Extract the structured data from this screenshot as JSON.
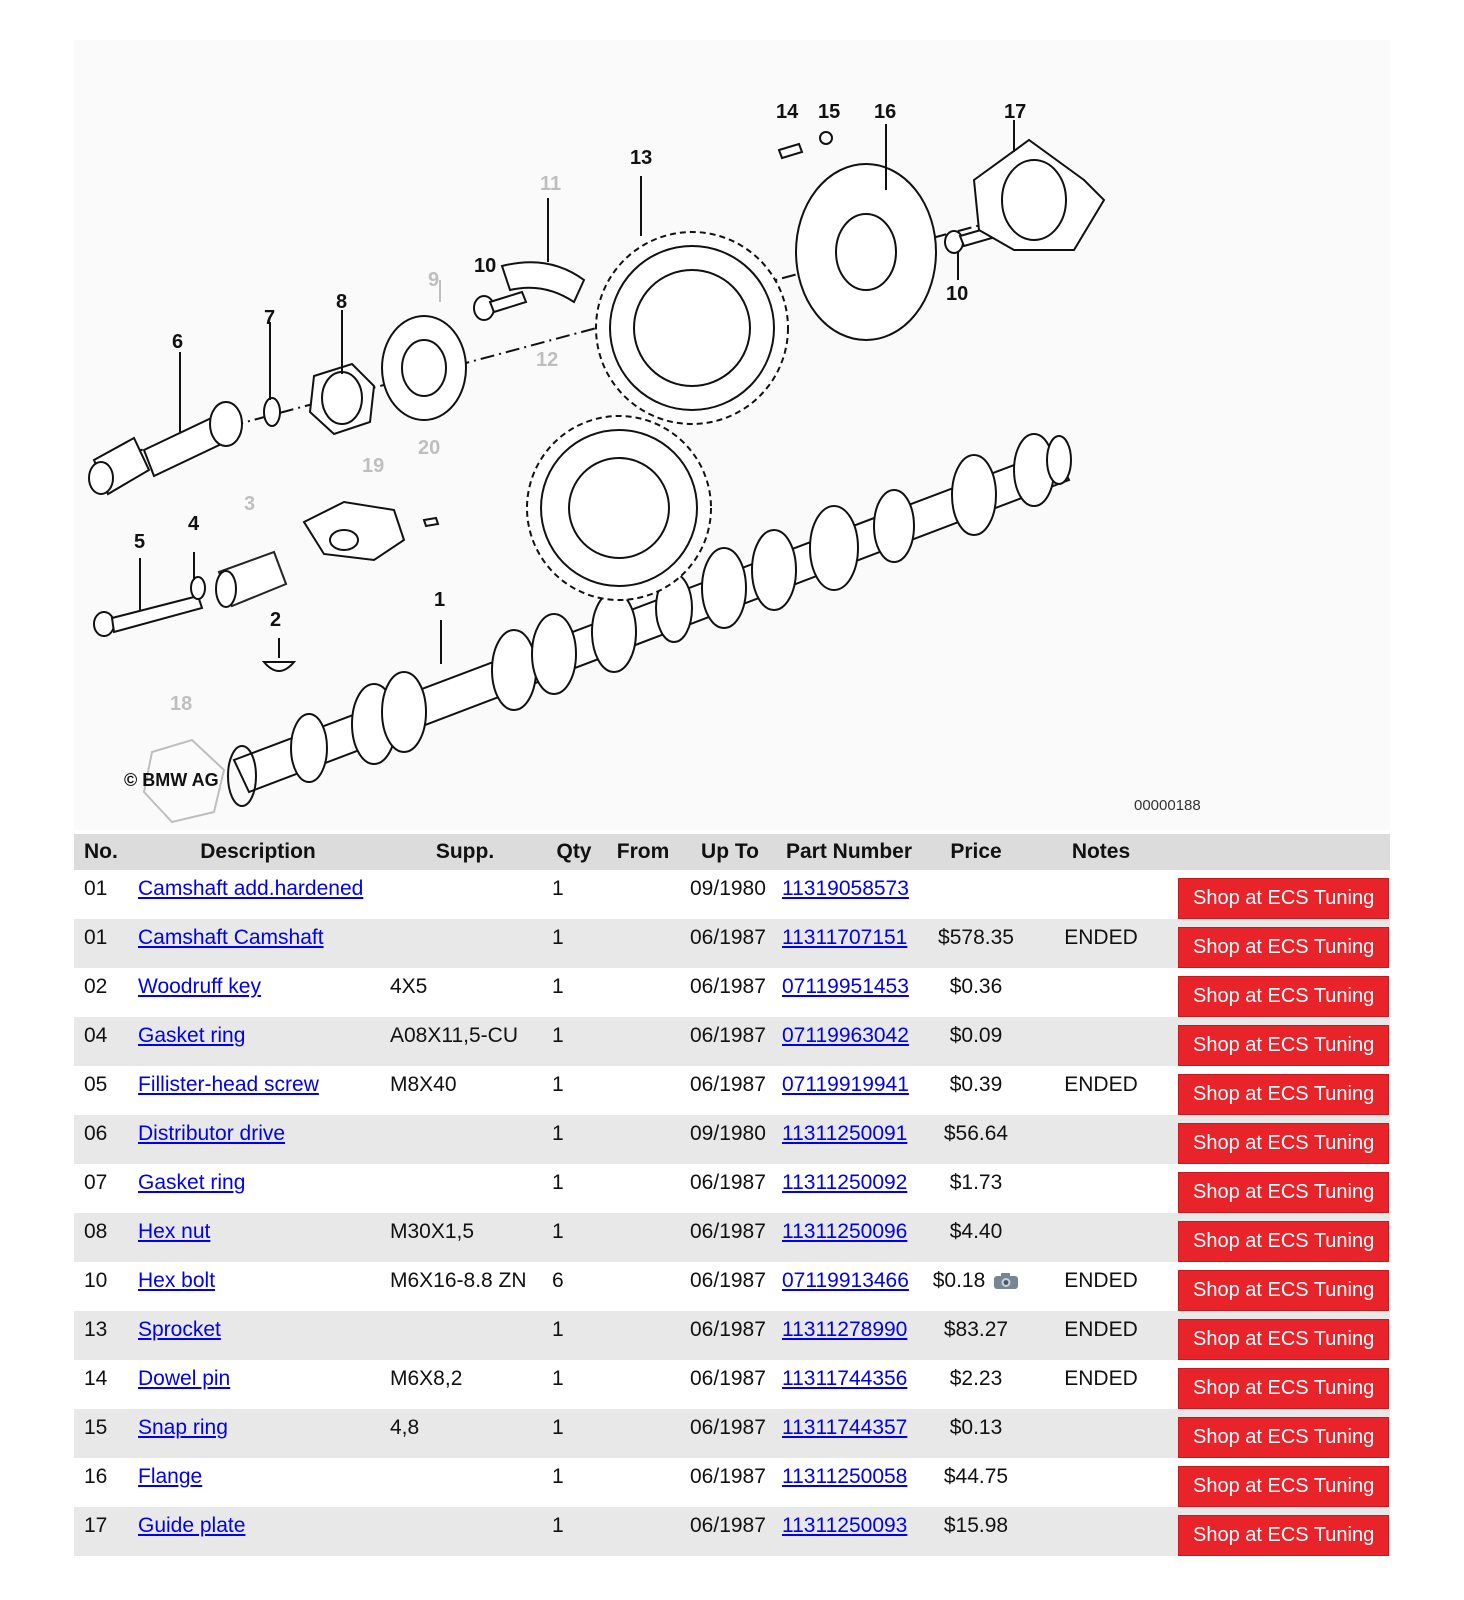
{
  "diagram": {
    "copyright": "© BMW AG",
    "code": "00000188",
    "callouts": [
      "1",
      "2",
      "3",
      "4",
      "5",
      "6",
      "7",
      "8",
      "9",
      "10",
      "10",
      "11",
      "12",
      "13",
      "14",
      "15",
      "16",
      "17",
      "18",
      "19",
      "20"
    ]
  },
  "table": {
    "headers": {
      "no": "No.",
      "description": "Description",
      "supp": "Supp.",
      "qty": "Qty",
      "from": "From",
      "upto": "Up To",
      "part_number": "Part Number",
      "price": "Price",
      "notes": "Notes"
    },
    "shop_label": "Shop at ECS Tuning",
    "rows": [
      {
        "no": "01",
        "description": "Camshaft add.hardened",
        "supp": "",
        "qty": "1",
        "from": "",
        "upto": "09/1980",
        "part_number": "11319058573",
        "price": "",
        "notes": ""
      },
      {
        "no": "01",
        "description": "Camshaft Camshaft",
        "supp": "",
        "qty": "1",
        "from": "",
        "upto": "06/1987",
        "part_number": "11311707151",
        "price": "$578.35",
        "notes": "ENDED"
      },
      {
        "no": "02",
        "description": "Woodruff key",
        "supp": "4X5",
        "qty": "1",
        "from": "",
        "upto": "06/1987",
        "part_number": "07119951453",
        "price": "$0.36",
        "notes": ""
      },
      {
        "no": "04",
        "description": "Gasket ring",
        "supp": "A08X11,5-CU",
        "qty": "1",
        "from": "",
        "upto": "06/1987",
        "part_number": "07119963042",
        "price": "$0.09",
        "notes": ""
      },
      {
        "no": "05",
        "description": "Fillister-head screw",
        "supp": "M8X40",
        "qty": "1",
        "from": "",
        "upto": "06/1987",
        "part_number": "07119919941",
        "price": "$0.39",
        "notes": "ENDED"
      },
      {
        "no": "06",
        "description": "Distributor drive",
        "supp": "",
        "qty": "1",
        "from": "",
        "upto": "09/1980",
        "part_number": "11311250091",
        "price": "$56.64",
        "notes": ""
      },
      {
        "no": "07",
        "description": "Gasket ring",
        "supp": "",
        "qty": "1",
        "from": "",
        "upto": "06/1987",
        "part_number": "11311250092",
        "price": "$1.73",
        "notes": ""
      },
      {
        "no": "08",
        "description": "Hex nut",
        "supp": "M30X1,5",
        "qty": "1",
        "from": "",
        "upto": "06/1987",
        "part_number": "11311250096",
        "price": "$4.40",
        "notes": ""
      },
      {
        "no": "10",
        "description": "Hex bolt",
        "supp": "M6X16-8.8 ZN",
        "qty": "6",
        "from": "",
        "upto": "06/1987",
        "part_number": "07119913466",
        "price": "$0.18",
        "notes": "ENDED",
        "camera": true
      },
      {
        "no": "13",
        "description": "Sprocket",
        "supp": "",
        "qty": "1",
        "from": "",
        "upto": "06/1987",
        "part_number": "11311278990",
        "price": "$83.27",
        "notes": "ENDED"
      },
      {
        "no": "14",
        "description": "Dowel pin",
        "supp": "M6X8,2",
        "qty": "1",
        "from": "",
        "upto": "06/1987",
        "part_number": "11311744356",
        "price": "$2.23",
        "notes": "ENDED"
      },
      {
        "no": "15",
        "description": "Snap ring",
        "supp": "4,8",
        "qty": "1",
        "from": "",
        "upto": "06/1987",
        "part_number": "11311744357",
        "price": "$0.13",
        "notes": ""
      },
      {
        "no": "16",
        "description": "Flange",
        "supp": "",
        "qty": "1",
        "from": "",
        "upto": "06/1987",
        "part_number": "11311250058",
        "price": "$44.75",
        "notes": ""
      },
      {
        "no": "17",
        "description": "Guide plate",
        "supp": "",
        "qty": "1",
        "from": "",
        "upto": "06/1987",
        "part_number": "11311250093",
        "price": "$15.98",
        "notes": ""
      }
    ]
  },
  "colors": {
    "shop_button": "#e8232a",
    "link": "#0000ee",
    "header_bg": "#dcdcdc",
    "row_alt_bg": "#e8e8e8"
  }
}
